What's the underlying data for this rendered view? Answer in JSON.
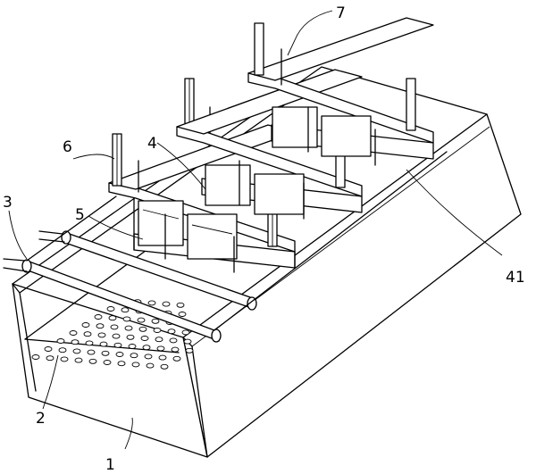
{
  "labels": {
    "l1": "1",
    "l2": "2",
    "l3": "3",
    "l4": "4",
    "l5": "5",
    "l6": "6",
    "l7": "7",
    "l41": "41"
  },
  "colors": {
    "line": "#000000",
    "background": "#ffffff"
  }
}
